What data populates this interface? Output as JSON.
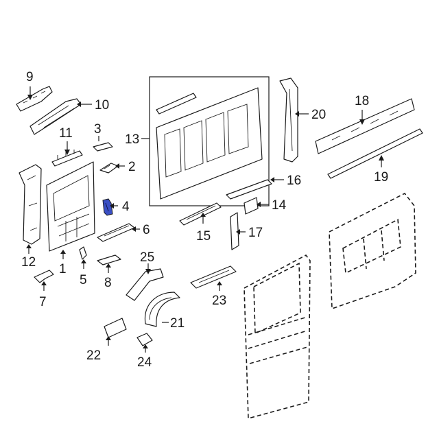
{
  "callouts": {
    "c1": "1",
    "c2": "2",
    "c3": "3",
    "c4": "4",
    "c5": "5",
    "c6": "6",
    "c7": "7",
    "c8": "8",
    "c9": "9",
    "c10": "10",
    "c11": "11",
    "c12": "12",
    "c13": "13",
    "c14": "14",
    "c15": "15",
    "c16": "16",
    "c17": "17",
    "c18": "18",
    "c19": "19",
    "c20": "20",
    "c21": "21",
    "c22": "22",
    "c23": "23",
    "c24": "24",
    "c25": "25"
  },
  "highlight_color": "#3a4fc4",
  "highlighted_part": "4"
}
